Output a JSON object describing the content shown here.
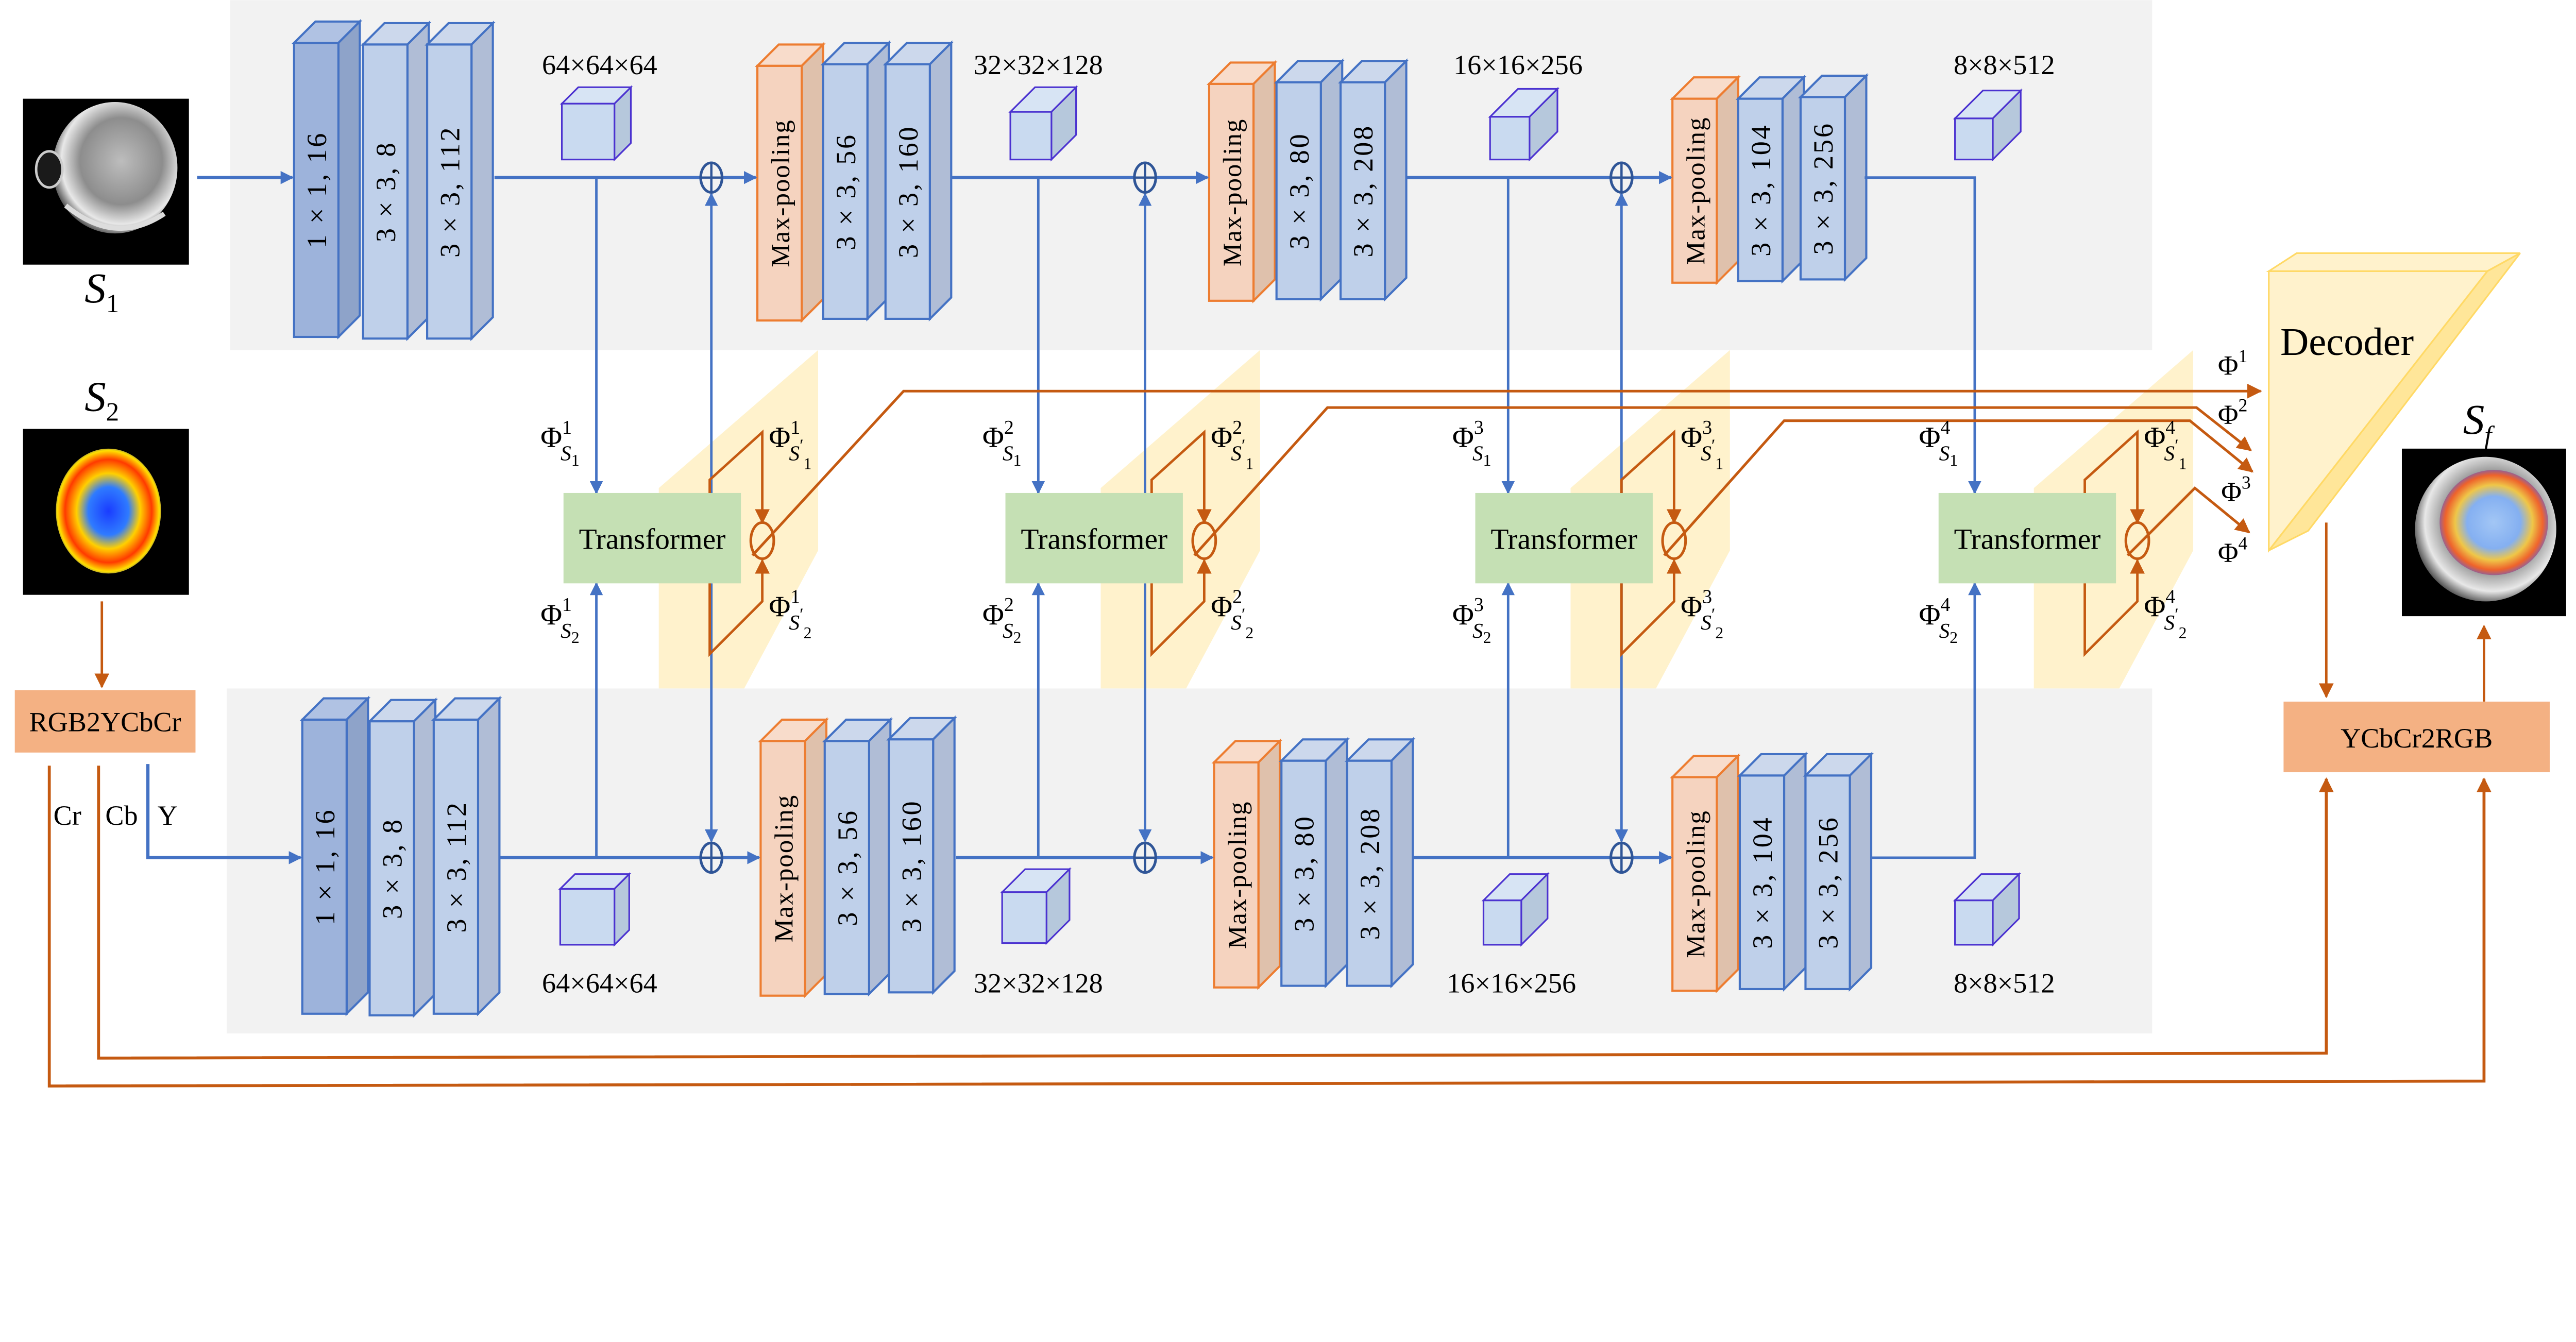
{
  "inputs": {
    "s1": {
      "base": "S",
      "sub": "1"
    },
    "s2": {
      "base": "S",
      "sub": "2"
    },
    "output": {
      "base": "S",
      "sub": "f"
    }
  },
  "color_conversion": {
    "rgb2ycbcr": "RGB2YCbCr",
    "ycbcr2rgb": "YCbCr2RGB",
    "channels": [
      "Cr",
      "Cb",
      "Y"
    ]
  },
  "encoder_top": {
    "stages": [
      {
        "blocks": [
          "1 × 1, 16",
          "3 × 3, 8",
          "3 × 3, 112"
        ],
        "feature_size": "64×64×64"
      },
      {
        "blocks": [
          "Max-pooling",
          "3 × 3, 56",
          "3 × 3, 160"
        ],
        "feature_size": "32×32×128"
      },
      {
        "blocks": [
          "Max-pooling",
          "3 × 3, 80",
          "3 × 3, 208"
        ],
        "feature_size": "16×16×256"
      },
      {
        "blocks": [
          "Max-pooling",
          "3 × 3, 104",
          "3 × 3, 256"
        ],
        "feature_size": "8×8×512"
      }
    ]
  },
  "encoder_bottom": {
    "stages": [
      {
        "blocks": [
          "1 × 1, 16",
          "3 × 3, 8",
          "3 × 3, 112"
        ],
        "feature_size": "64×64×64"
      },
      {
        "blocks": [
          "Max-pooling",
          "3 × 3, 56",
          "3 × 3, 160"
        ],
        "feature_size": "32×32×128"
      },
      {
        "blocks": [
          "Max-pooling",
          "3 × 3, 80",
          "3 × 3, 208"
        ],
        "feature_size": "16×16×256"
      },
      {
        "blocks": [
          "Max-pooling",
          "3 × 3, 104",
          "3 × 3, 256"
        ],
        "feature_size": "8×8×512"
      }
    ]
  },
  "fusion": [
    {
      "transformer": "Transformer",
      "phi_s1": {
        "base": "Φ",
        "sup": "1",
        "sub": "S",
        "subsub": "1"
      },
      "phi_s2": {
        "base": "Φ",
        "sup": "1",
        "sub": "S",
        "subsub": "2"
      },
      "phi_s1p": {
        "base": "Φ",
        "sup": "1",
        "sub": "S",
        "prime": "′",
        "subsub": "1"
      },
      "phi_s2p": {
        "base": "Φ",
        "sup": "1",
        "sub": "S",
        "prime": "′",
        "subsub": "2"
      }
    },
    {
      "transformer": "Transformer",
      "phi_s1": {
        "base": "Φ",
        "sup": "2",
        "sub": "S",
        "subsub": "1"
      },
      "phi_s2": {
        "base": "Φ",
        "sup": "2",
        "sub": "S",
        "subsub": "2"
      },
      "phi_s1p": {
        "base": "Φ",
        "sup": "2",
        "sub": "S",
        "prime": "′",
        "subsub": "1"
      },
      "phi_s2p": {
        "base": "Φ",
        "sup": "2",
        "sub": "S",
        "prime": "′",
        "subsub": "2"
      }
    },
    {
      "transformer": "Transformer",
      "phi_s1": {
        "base": "Φ",
        "sup": "3",
        "sub": "S",
        "subsub": "1"
      },
      "phi_s2": {
        "base": "Φ",
        "sup": "3",
        "sub": "S",
        "subsub": "2"
      },
      "phi_s1p": {
        "base": "Φ",
        "sup": "3",
        "sub": "S",
        "prime": "′",
        "subsub": "1"
      },
      "phi_s2p": {
        "base": "Φ",
        "sup": "3",
        "sub": "S",
        "prime": "′",
        "subsub": "2"
      }
    },
    {
      "transformer": "Transformer",
      "phi_s1": {
        "base": "Φ",
        "sup": "4",
        "sub": "S",
        "subsub": "1"
      },
      "phi_s2": {
        "base": "Φ",
        "sup": "4",
        "sub": "S",
        "subsub": "2"
      },
      "phi_s1p": {
        "base": "Φ",
        "sup": "4",
        "sub": "S",
        "prime": "′",
        "subsub": "1"
      },
      "phi_s2p": {
        "base": "Φ",
        "sup": "4",
        "sub": "S",
        "prime": "′",
        "subsub": "2"
      }
    }
  ],
  "decoder": {
    "label": "Decoder",
    "inputs": [
      {
        "base": "Φ",
        "sup": "1"
      },
      {
        "base": "Φ",
        "sup": "2"
      },
      {
        "base": "Φ",
        "sup": "3"
      },
      {
        "base": "Φ",
        "sup": "4"
      }
    ]
  },
  "colors": {
    "panel": "#f2f2f2",
    "blue": "#4472c4",
    "orange_line": "#c55a11",
    "orange_block": "#ed7d31",
    "fusion_plane": "#fff2cc",
    "transformer": "#c5e0b4",
    "decoder": "#ffe699",
    "conversion_box": "#f4b183",
    "cube_stroke": "#4b32d0"
  }
}
